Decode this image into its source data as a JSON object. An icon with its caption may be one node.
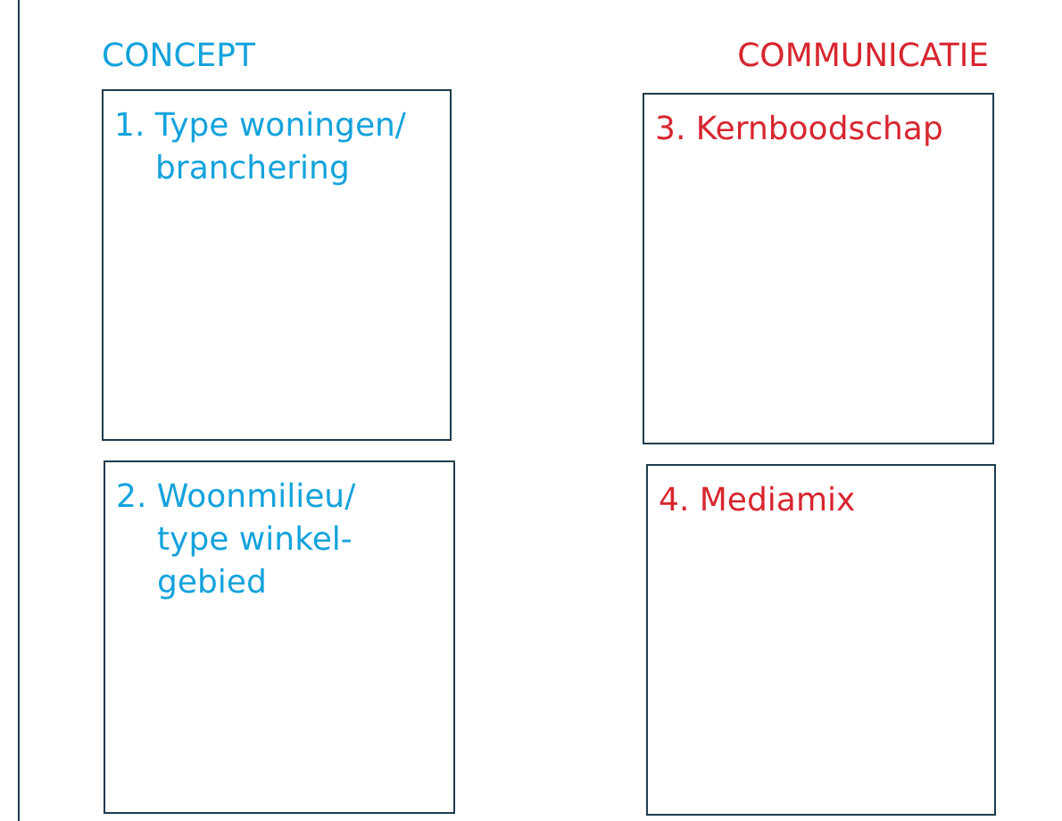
{
  "diagram": {
    "nodes": [
      {
        "text": [
          "1. Type woningen/ branchering"
        ]
      },
      {
        "text": [
          "3. Kernboodschap"
        ]
      },
      {
        "text": [
          "2. Woonmilieu/ type winkel- gebied"
        ]
      },
      {
        "text": [
          "4. Mediamix"
        ]
      }
    ],
    "labels": [
      "CONCEPT",
      "COMMUNICATIE"
    ]
  }
}
